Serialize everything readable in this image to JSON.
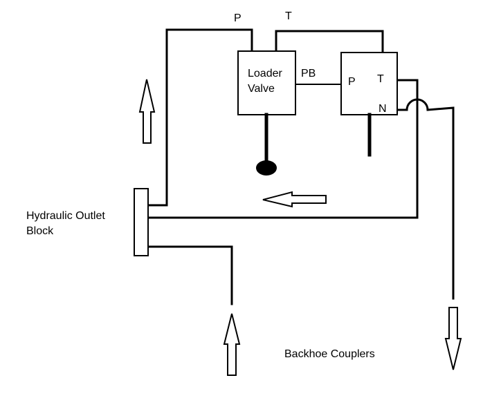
{
  "labels": {
    "p_top": "P",
    "t_top": "T",
    "loader_valve_line1": "Loader",
    "loader_valve_line2": "Valve",
    "pb": "PB",
    "second_valve_p": "P",
    "second_valve_t": "T",
    "second_valve_n": "N",
    "outlet_block_line1": "Hydraulic Outlet",
    "outlet_block_line2": "Block",
    "backhoe_couplers": "Backhoe Couplers"
  }
}
